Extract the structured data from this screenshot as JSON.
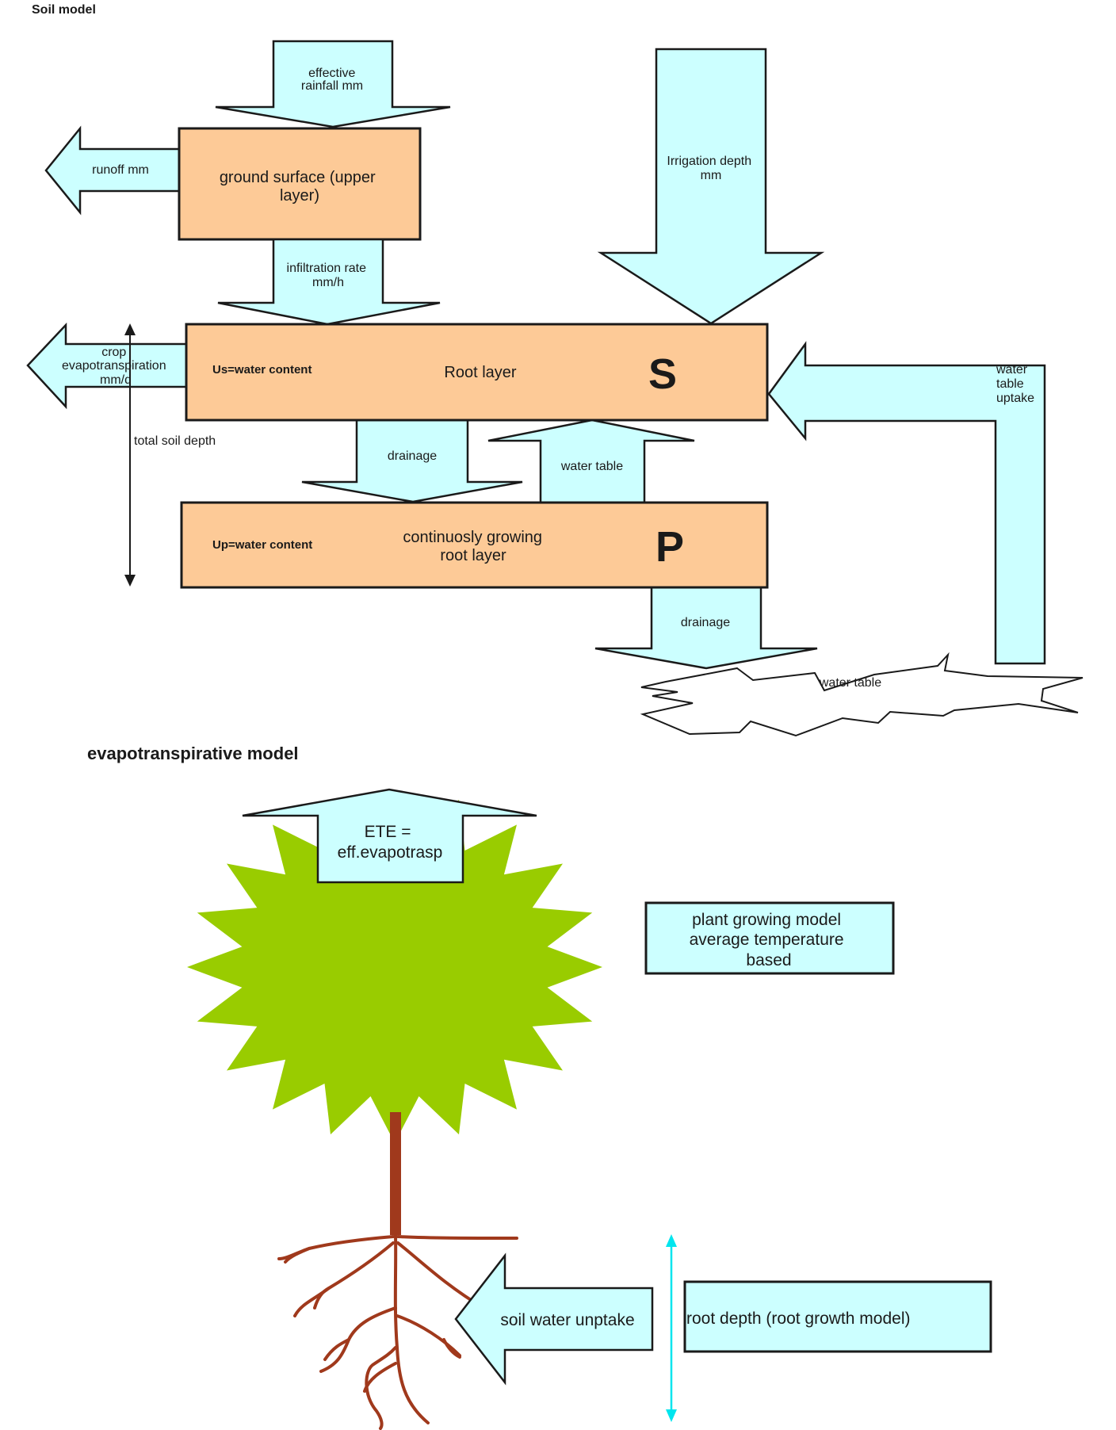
{
  "soil_model": {
    "title": "Soil model",
    "effective_rainfall": [
      "effective",
      "rainfall mm"
    ],
    "runoff": "runoff mm",
    "ground_surface": [
      "ground surface (upper",
      "layer)"
    ],
    "irrigation": [
      "Irrigation depth",
      "mm"
    ],
    "infiltration": [
      "infiltration rate",
      "mm/h"
    ],
    "crop_evapo": [
      "crop",
      "evapotranspiration",
      "mm/d"
    ],
    "us_label": "Us=water content",
    "root_layer": "Root layer",
    "s_letter": "S",
    "water_table_uptake": [
      "water",
      "table",
      "uptake"
    ],
    "total_soil_depth": "total soil depth",
    "drainage_upper": "drainage",
    "water_table_up": "water table",
    "up_label": "Up=water content",
    "growing_layer": [
      "continuosly growing",
      "root layer"
    ],
    "p_letter": "P",
    "drainage_lower": "drainage",
    "water_table_pool": "water table"
  },
  "evapo_model": {
    "title": "evapotranspirative model",
    "ete": [
      "ETE =",
      "eff.evapotrasp"
    ],
    "plant_growing": [
      "plant growing model",
      "average temperature",
      "based"
    ],
    "soil_water": "soil water unptake",
    "root_depth": "root depth (root growth model)"
  },
  "colors": {
    "arrow_fill": "#ccffff",
    "layer_fill": "#fdca97",
    "canopy_fill": "#99cc00",
    "trunk_root": "#a0391c",
    "depth_arrow": "#00e5ee"
  }
}
